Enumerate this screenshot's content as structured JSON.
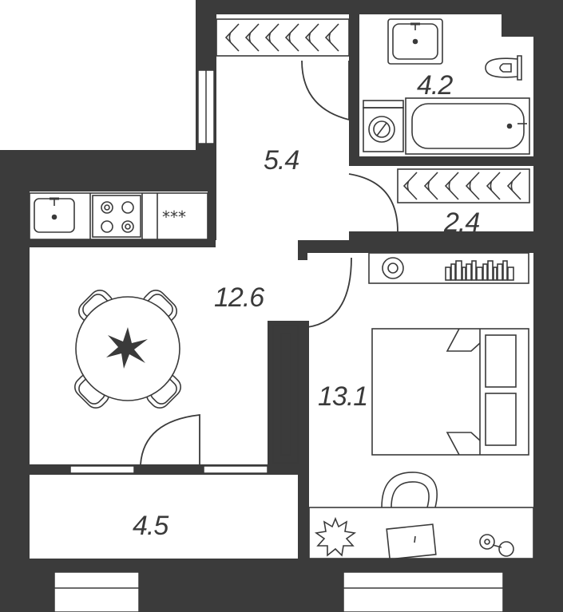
{
  "plan": {
    "rooms": [
      {
        "id": "hallway",
        "area": "5.4"
      },
      {
        "id": "bathroom",
        "area": "4.2"
      },
      {
        "id": "wardrobe",
        "area": "2.4"
      },
      {
        "id": "kitchen-living",
        "area": "12.6"
      },
      {
        "id": "bedroom",
        "area": "13.1"
      },
      {
        "id": "balcony",
        "area": "4.5"
      }
    ],
    "fridge_marking": "***"
  },
  "colors": {
    "wall": "#3b3b3b",
    "floor": "#ffffff",
    "line": "#3a3a3a"
  }
}
